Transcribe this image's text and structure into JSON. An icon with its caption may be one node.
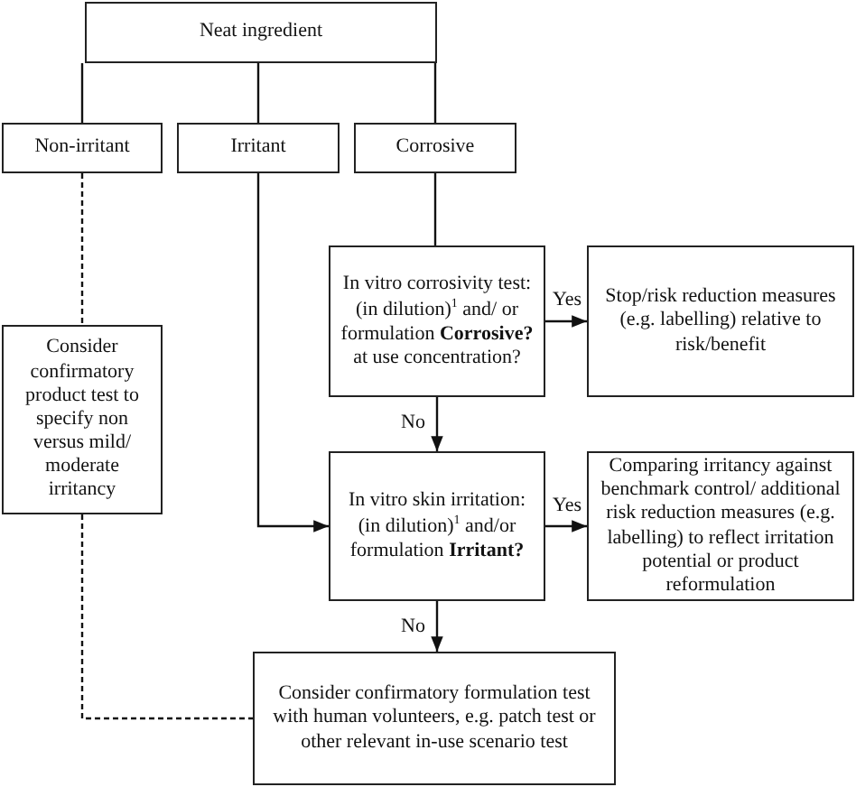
{
  "diagram": {
    "nodes": [
      {
        "text": [
          "Neat ingredient"
        ]
      },
      {
        "text": [
          "Non-irritant"
        ]
      },
      {
        "text": [
          "Irritant"
        ]
      },
      {
        "text": [
          "Corrosive"
        ]
      },
      {
        "text": [
          "In vitro corrosivity test: (in dilution)$^{1}$ and/ or formulation **Corrosive?** at use concentration?"
        ]
      },
      {
        "text": [
          "Stop/risk reduction measures (e.g. labelling) relative to risk/benefit"
        ]
      },
      {
        "text": [
          "Consider confirmatory product test to specify non versus mild/ moderate irritancy"
        ]
      },
      {
        "text": [
          "In vitro skin irritation: (in dilution)$^{1}$ and/or formulation **Irritant?**"
        ]
      },
      {
        "text": [
          "Comparing irritancy against benchmark control/ additional risk reduction measures (e.g. labelling) to reflect irritation potential or product reformulation"
        ]
      },
      {
        "text": [
          "Consider confirmatory formulation test with human volunteers, e.g. patch test or other relevant in-use scenario test"
        ]
      }
    ],
    "edges": [
      {
        "from": 0,
        "to": 1,
        "arrow": "none"
      },
      {
        "from": 0,
        "to": 2,
        "arrow": "none"
      },
      {
        "from": 0,
        "to": 3,
        "arrow": "none"
      },
      {
        "from": 3,
        "to": 4,
        "arrow": "none"
      },
      {
        "from": 4,
        "to": 5,
        "arrow": "to",
        "label": "Yes"
      },
      {
        "from": 4,
        "to": 7,
        "arrow": "to",
        "label": "No"
      },
      {
        "from": 2,
        "to": 7,
        "arrow": "to"
      },
      {
        "from": 7,
        "to": 8,
        "arrow": "to",
        "label": "Yes"
      },
      {
        "from": 7,
        "to": 9,
        "arrow": "to",
        "label": "No"
      },
      {
        "from": 1,
        "to": 6,
        "arrow": "none",
        "style": "dashed"
      },
      {
        "from": 6,
        "to": 9,
        "arrow": "none",
        "style": "dashed"
      }
    ]
  }
}
